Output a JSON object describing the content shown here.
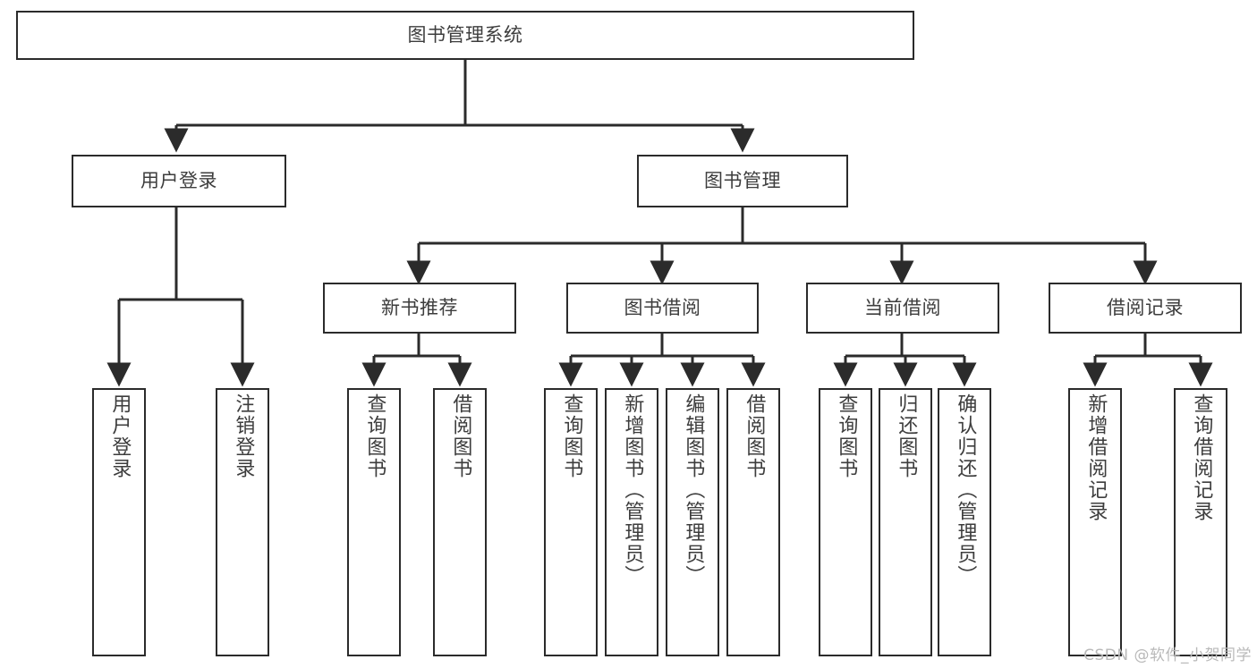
{
  "diagram": {
    "title": "图书管理系统",
    "type": "tree-hierarchy-diagram",
    "root": {
      "label": "图书管理系统"
    },
    "level2": [
      {
        "label": "用户登录"
      },
      {
        "label": "图书管理"
      }
    ],
    "level3": [
      {
        "label": "新书推荐"
      },
      {
        "label": "图书借阅"
      },
      {
        "label": "当前借阅"
      },
      {
        "label": "借阅记录"
      }
    ],
    "leaves": {
      "user_login": [
        {
          "label": "用户登录"
        },
        {
          "label": "注销登录"
        }
      ],
      "new_book_recommend": [
        {
          "label": "查询图书"
        },
        {
          "label": "借阅图书"
        }
      ],
      "book_borrow": [
        {
          "label": "查询图书"
        },
        {
          "label": "新增图书（管理员）"
        },
        {
          "label": "编辑图书（管理员）"
        },
        {
          "label": "借阅图书"
        }
      ],
      "current_borrow": [
        {
          "label": "查询图书"
        },
        {
          "label": "归还图书"
        },
        {
          "label": "确认归还（管理员）"
        }
      ],
      "borrow_record": [
        {
          "label": "新增借阅记录"
        },
        {
          "label": "查询借阅记录"
        }
      ]
    }
  },
  "watermark": {
    "text": "CSDN @软件_小贺同学"
  },
  "colors": {
    "stroke": "#2b2b2b",
    "text": "#3d3d3d",
    "background": "#ffffff",
    "watermark": "#b9b9b9"
  }
}
